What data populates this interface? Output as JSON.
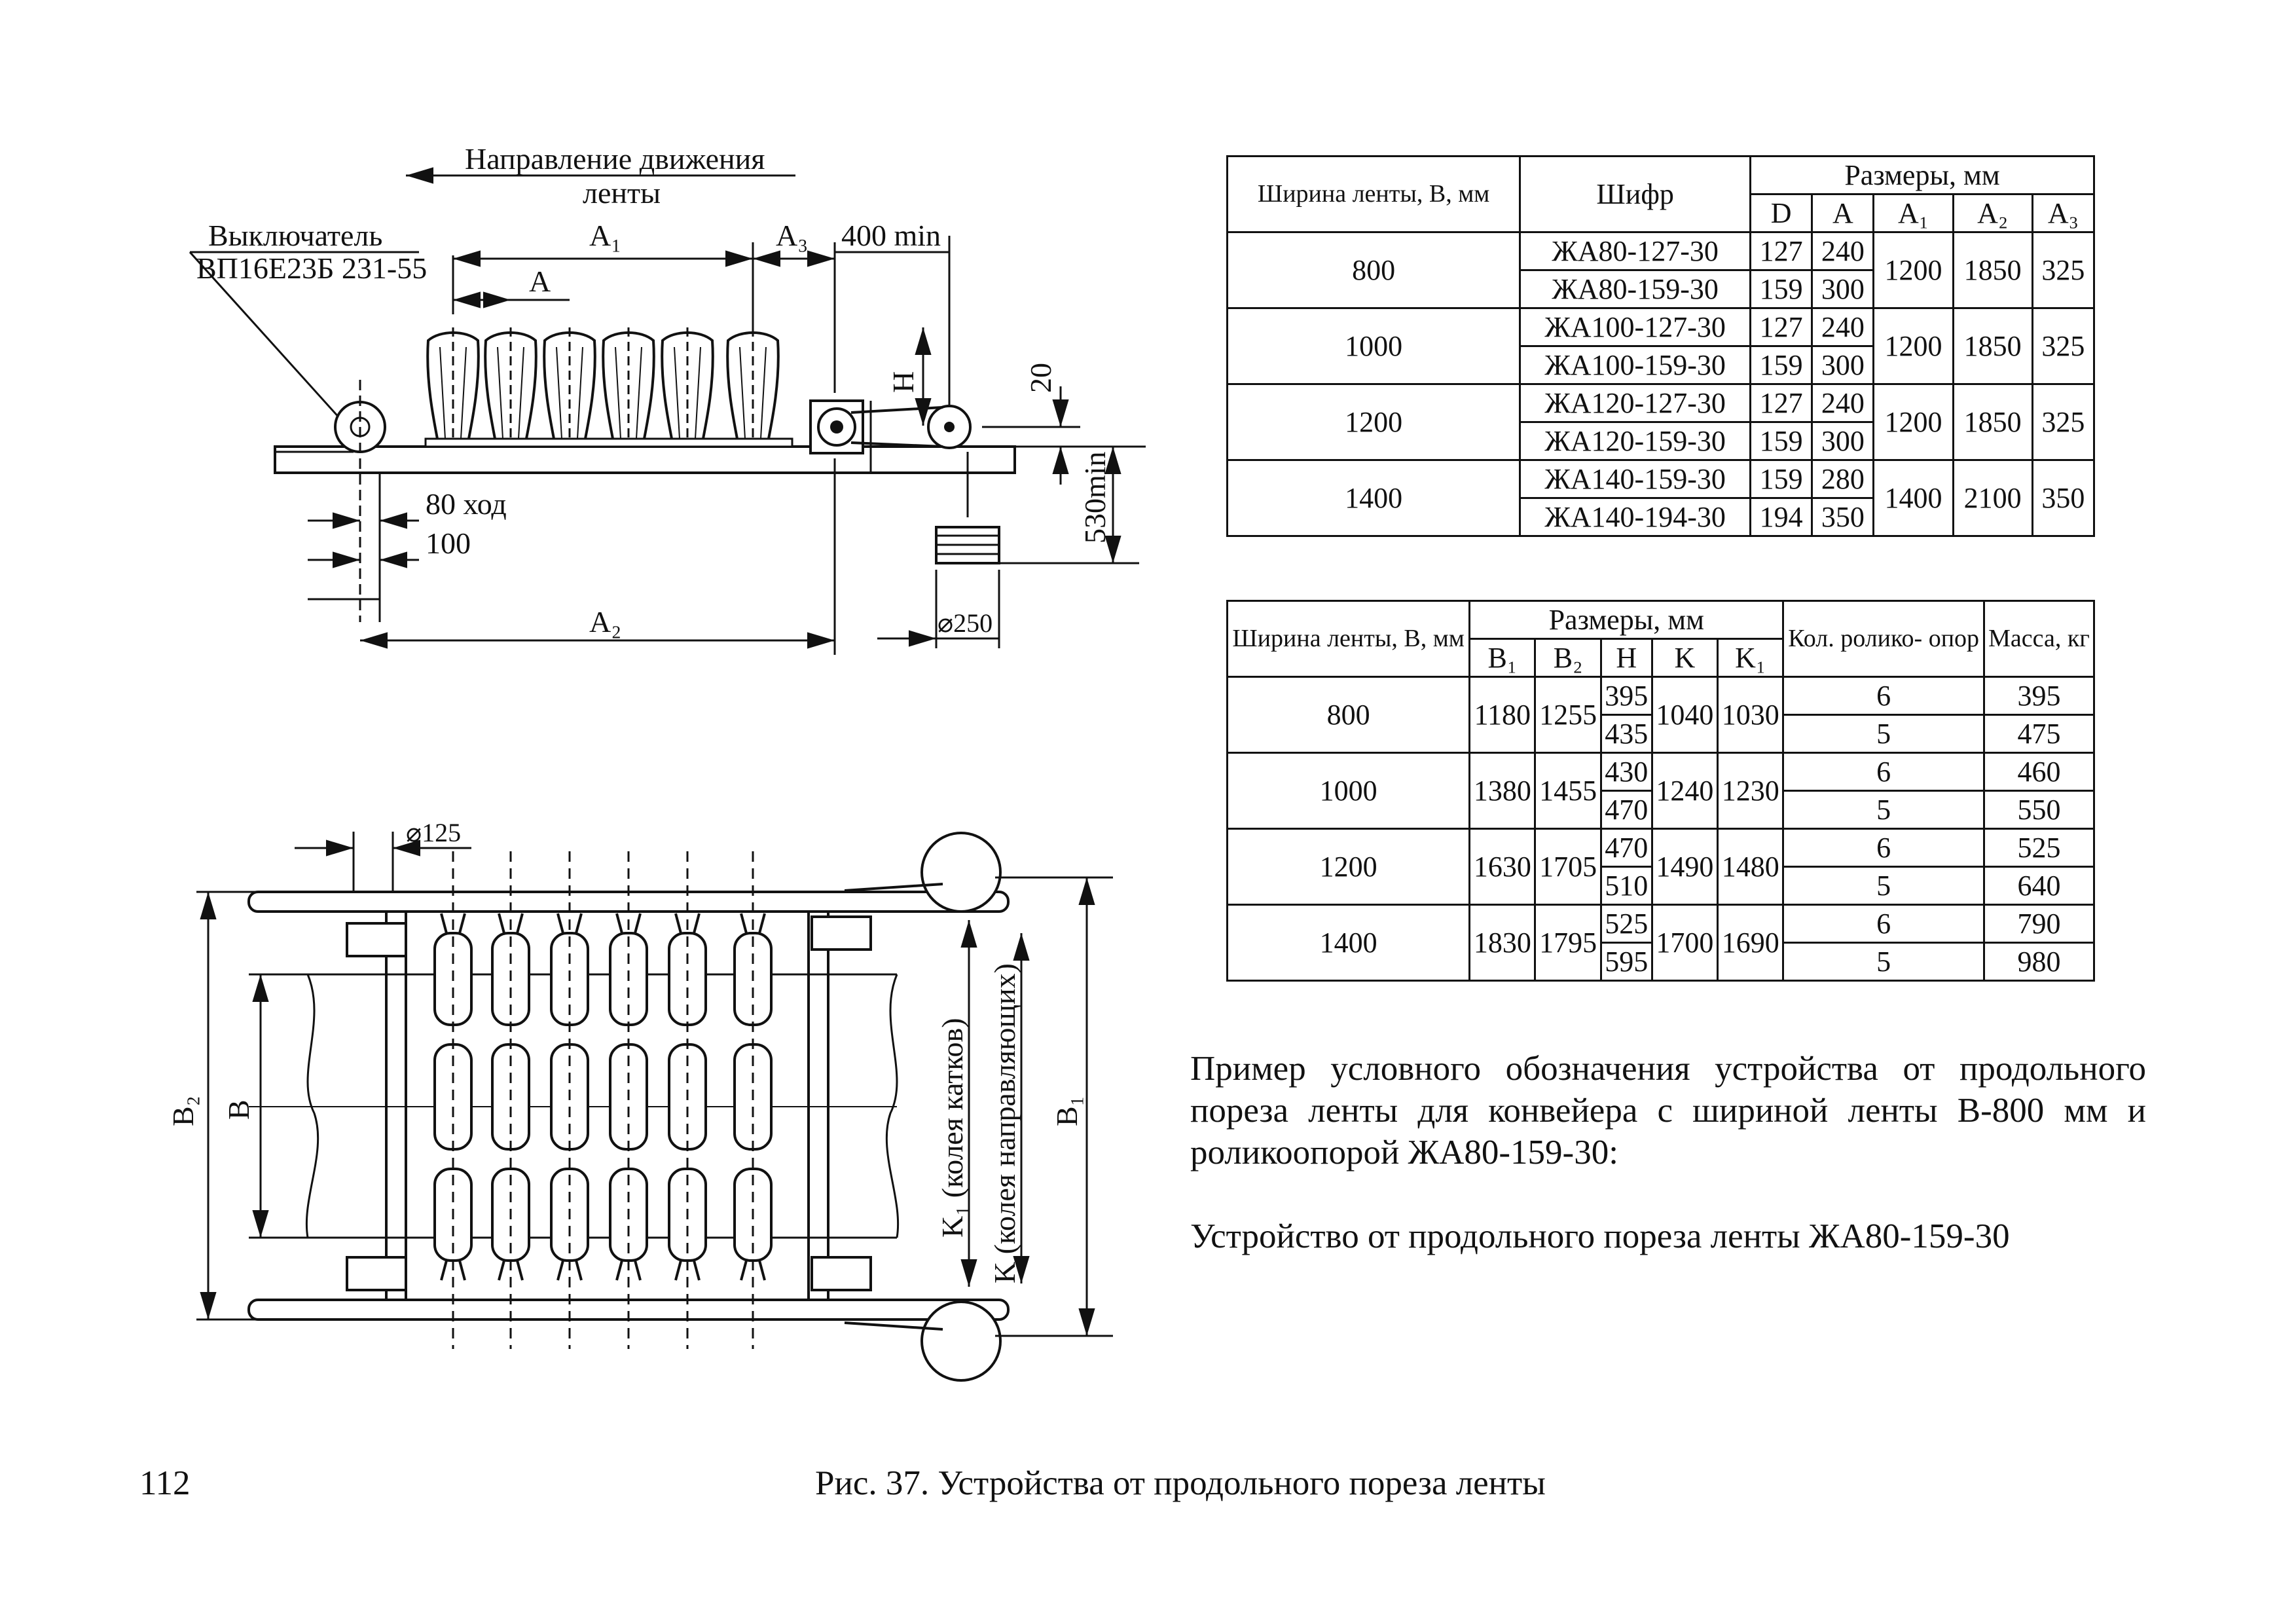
{
  "drawing_labels": {
    "direction": "Направление движения",
    "direction_2": "ленты",
    "switch": "Выключатель",
    "switch_model": "ВП16Е23Б 231-55",
    "a1": "A₁",
    "a": "A",
    "a3": "A₃",
    "min400": "400 min",
    "h": "H",
    "d20": "20",
    "stroke": "80 ход",
    "d100": "100",
    "min530": "530min",
    "a2": "A₂",
    "d250": "⌀250",
    "d125": "⌀125",
    "b2": "B₂",
    "b": "B",
    "k1": "K₁ (колея катков)",
    "k": "K (колея направляющих)",
    "b1": "B₁"
  },
  "table1": {
    "col_width": "Ширина ленты, В, мм",
    "col_code": "Шифр",
    "col_sizes": "Размеры, мм",
    "sub": [
      "D",
      "A",
      "A₁",
      "A₂",
      "A₃"
    ],
    "groups": [
      {
        "width": "800",
        "rows": [
          {
            "code": "ЖА80-127-30",
            "D": "127",
            "A": "240"
          },
          {
            "code": "ЖА80-159-30",
            "D": "159",
            "A": "300"
          }
        ],
        "A1": "1200",
        "A2": "1850",
        "A3": "325"
      },
      {
        "width": "1000",
        "rows": [
          {
            "code": "ЖА100-127-30",
            "D": "127",
            "A": "240"
          },
          {
            "code": "ЖА100-159-30",
            "D": "159",
            "A": "300"
          }
        ],
        "A1": "1200",
        "A2": "1850",
        "A3": "325"
      },
      {
        "width": "1200",
        "rows": [
          {
            "code": "ЖА120-127-30",
            "D": "127",
            "A": "240"
          },
          {
            "code": "ЖА120-159-30",
            "D": "159",
            "A": "300"
          }
        ],
        "A1": "1200",
        "A2": "1850",
        "A3": "325"
      },
      {
        "width": "1400",
        "rows": [
          {
            "code": "ЖА140-159-30",
            "D": "159",
            "A": "280"
          },
          {
            "code": "ЖА140-194-30",
            "D": "194",
            "A": "350"
          }
        ],
        "A1": "1400",
        "A2": "2100",
        "A3": "350"
      }
    ]
  },
  "table2": {
    "col_width": "Ширина ленты, В, мм",
    "col_sizes": "Размеры, мм",
    "col_count": "Кол. ролико- опор",
    "col_mass": "Масса, кг",
    "sub": [
      "B₁",
      "B₂",
      "H",
      "K",
      "K₁"
    ],
    "groups": [
      {
        "width": "800",
        "B1": "1180",
        "B2": "1255",
        "K": "1040",
        "K1": "1030",
        "rows": [
          {
            "H": "395",
            "count": "6",
            "mass": "395"
          },
          {
            "H": "435",
            "count": "5",
            "mass": "475"
          }
        ]
      },
      {
        "width": "1000",
        "B1": "1380",
        "B2": "1455",
        "K": "1240",
        "K1": "1230",
        "rows": [
          {
            "H": "430",
            "count": "6",
            "mass": "460"
          },
          {
            "H": "470",
            "count": "5",
            "mass": "550"
          }
        ]
      },
      {
        "width": "1200",
        "B1": "1630",
        "B2": "1705",
        "K": "1490",
        "K1": "1480",
        "rows": [
          {
            "H": "470",
            "count": "6",
            "mass": "525"
          },
          {
            "H": "510",
            "count": "5",
            "mass": "640"
          }
        ]
      },
      {
        "width": "1400",
        "B1": "1830",
        "B2": "1795",
        "K": "1700",
        "K1": "1690",
        "rows": [
          {
            "H": "525",
            "count": "6",
            "mass": "790"
          },
          {
            "H": "595",
            "count": "5",
            "mass": "980"
          }
        ]
      }
    ]
  },
  "example": {
    "text": "Пример условного обозначения устройства от продольного пореза ленты для конвейера с шириной ленты В-800 мм и роликоопорой ЖА80-159-30:",
    "result": "Устройство от продольного пореза ленты ЖА80-159-30"
  },
  "page_number": "112",
  "caption": "Рис. 37. Устройства от продольного пореза ленты"
}
